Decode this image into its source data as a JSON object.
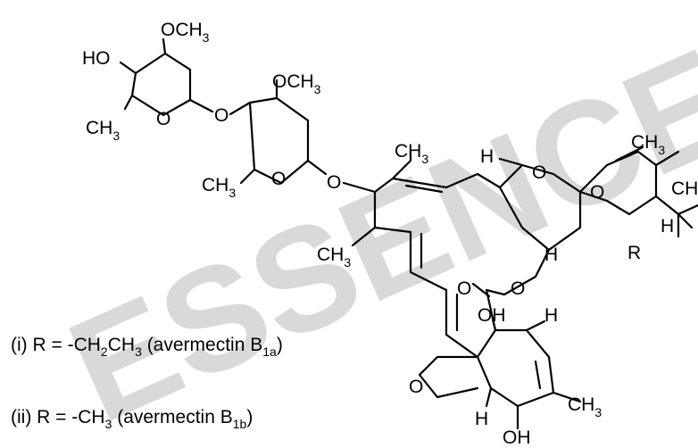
{
  "watermark": "ESSENCE",
  "labels": {
    "och3_top": "OCH",
    "och3_mid": "OCH",
    "ho": "HO",
    "ch3_sugar1": "CH",
    "ch3_sugar2": "CH",
    "o_ring1": "O",
    "o_link1": "O",
    "o_ring2": "O",
    "o_link2": "O",
    "ch3_olefin": "CH",
    "ch3_left": "CH",
    "h_top": "H",
    "o_spiro1": "O",
    "o_spiro2": "O",
    "ch3_topright": "CH",
    "ch3_sidechain": "CH",
    "h_side": "H",
    "r_label": "R",
    "h_mid": "H",
    "o_carbonyl": "O",
    "o_ester": "O",
    "oh_mid": "OH",
    "h_junction": "H",
    "o_furan": "O",
    "h_furan": "H",
    "ch3_bottom": "CH",
    "oh_bottom": "OH",
    "sub3": "3"
  },
  "captions": {
    "line1_prefix": "(i)  R = -CH",
    "line1_sub1": "2",
    "line1_mid": "CH",
    "line1_sub2": "3",
    "line1_name": " (avermectin B",
    "line1_sub3": "1a",
    "line1_end": ")",
    "line2_prefix": "(ii)  R = -CH",
    "line2_sub1": "3",
    "line2_name": " (avermectin B",
    "line2_sub2": "1b",
    "line2_end": ")"
  }
}
